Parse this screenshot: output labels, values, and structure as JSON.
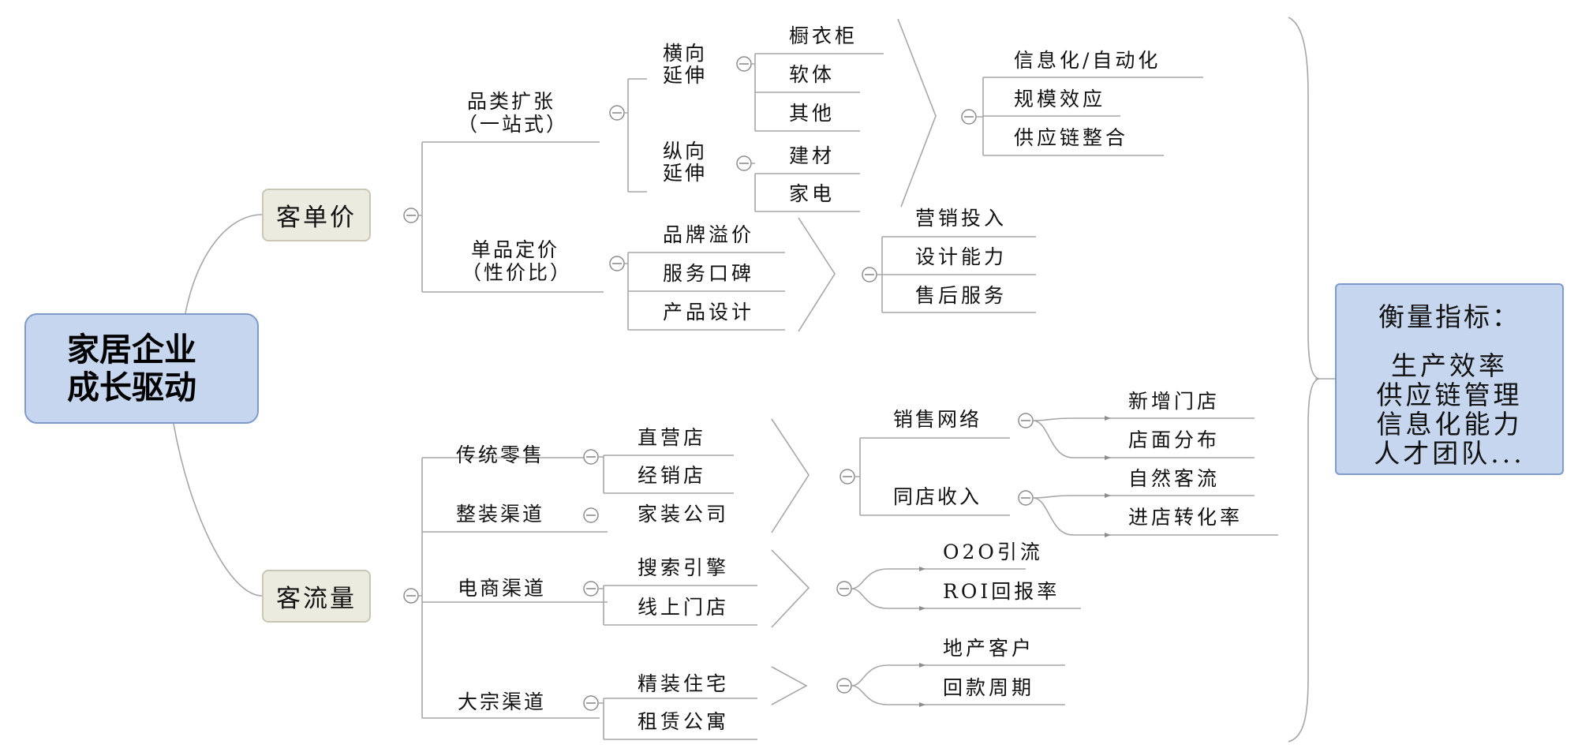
{
  "root": {
    "line1": "家居企业",
    "line2": "成长驱动"
  },
  "branches": {
    "ticket": {
      "label": "客单价",
      "category": {
        "label_line1": "品类扩张",
        "label_line2": "（一站式）",
        "horizontal": {
          "line1": "横向",
          "line2": "延伸",
          "items": [
            "橱衣柜",
            "软体",
            "其他"
          ]
        },
        "vertical": {
          "line1": "纵向",
          "line2": "延伸",
          "items": [
            "建材",
            "家电"
          ]
        },
        "outcomes": [
          "信息化/自动化",
          "规模效应",
          "供应链整合"
        ]
      },
      "pricing": {
        "label_line1": "单品定价",
        "label_line2": "（性价比）",
        "items": [
          "品牌溢价",
          "服务口碑",
          "产品设计"
        ],
        "outcomes": [
          "营销投入",
          "设计能力",
          "售后服务"
        ]
      }
    },
    "traffic": {
      "label": "客流量",
      "retail": {
        "label": "传统零售",
        "items": [
          "直营店",
          "经销店"
        ]
      },
      "decoration": {
        "label": "整装渠道",
        "items": [
          "家装公司"
        ]
      },
      "offline_outcomes": {
        "network": {
          "label": "销售网络",
          "items": [
            "新增门店",
            "店面分布"
          ]
        },
        "same_store": {
          "label": "同店收入",
          "items": [
            "自然客流",
            "进店转化率"
          ]
        }
      },
      "ecommerce": {
        "label": "电商渠道",
        "items": [
          "搜索引擎",
          "线上门店"
        ],
        "outcomes": [
          "O2O引流",
          "ROI回报率"
        ]
      },
      "bulk": {
        "label": "大宗渠道",
        "items": [
          "精装住宅",
          "租赁公寓"
        ],
        "outcomes": [
          "地产客户",
          "回款周期"
        ]
      }
    }
  },
  "metrics": {
    "title": "衡量指标：",
    "items": [
      "生产效率",
      "供应链管理",
      "信息化能力",
      "人才团队..."
    ]
  }
}
